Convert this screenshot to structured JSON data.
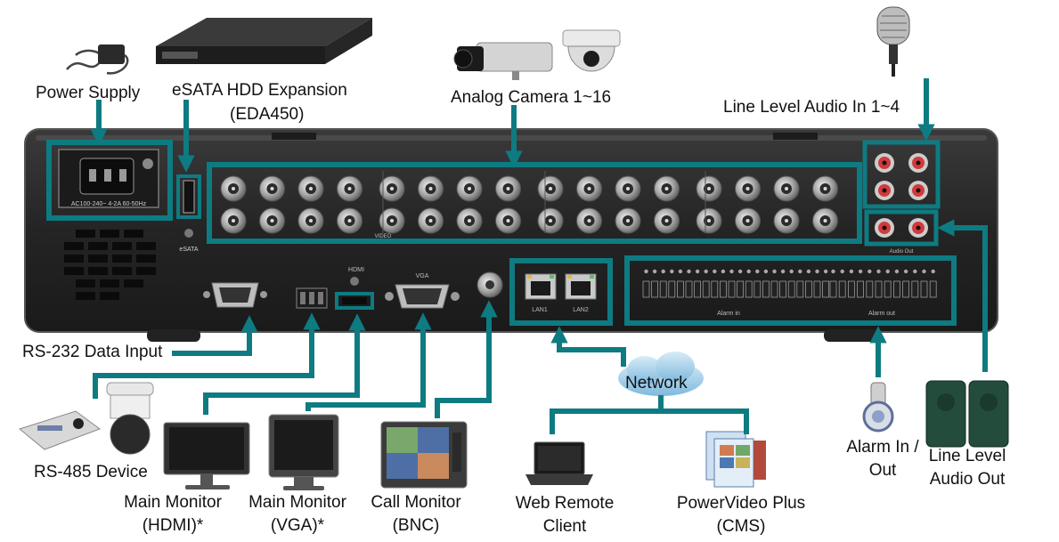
{
  "labels": {
    "power_supply": "Power Supply",
    "esata_title": "eSATA HDD Expansion",
    "esata_model": "(EDA450)",
    "analog_camera": "Analog Camera 1~16",
    "line_audio_in": "Line Level Audio In 1~4",
    "rs232": "RS-232 Data Input",
    "network": "Network",
    "rs485": "RS-485 Device",
    "main_hdmi_1": "Main Monitor",
    "main_hdmi_2": "(HDMI)*",
    "main_vga_1": "Main Monitor",
    "main_vga_2": "(VGA)*",
    "call_monitor_1": "Call Monitor",
    "call_monitor_2": "(BNC)",
    "web_remote_1": "Web Remote",
    "web_remote_2": "Client",
    "powervideo_1": "PowerVideo Plus",
    "powervideo_2": "(CMS)",
    "alarm_1": "Alarm In /",
    "alarm_2": "Out",
    "line_out_1": "Line Level",
    "line_out_2": "Audio Out"
  },
  "panel_text": {
    "power_rating": "AC100-240~ 4-2A 60-50Hz",
    "esata": "eSATA",
    "hdmi": "HDMI",
    "vga": "VGA",
    "lan1": "LAN1",
    "lan2": "LAN2",
    "alarm_in": "Alarm in",
    "alarm_out": "Alarm out",
    "audio_out": "Audio Out",
    "video": "VIDEO"
  },
  "colors": {
    "teal": "#0e7b82",
    "chassis": "#2a2a2a",
    "chassis_edge": "#4a4a4a",
    "connector": "#b9b9b9",
    "rca_red": "#d23a3a"
  }
}
